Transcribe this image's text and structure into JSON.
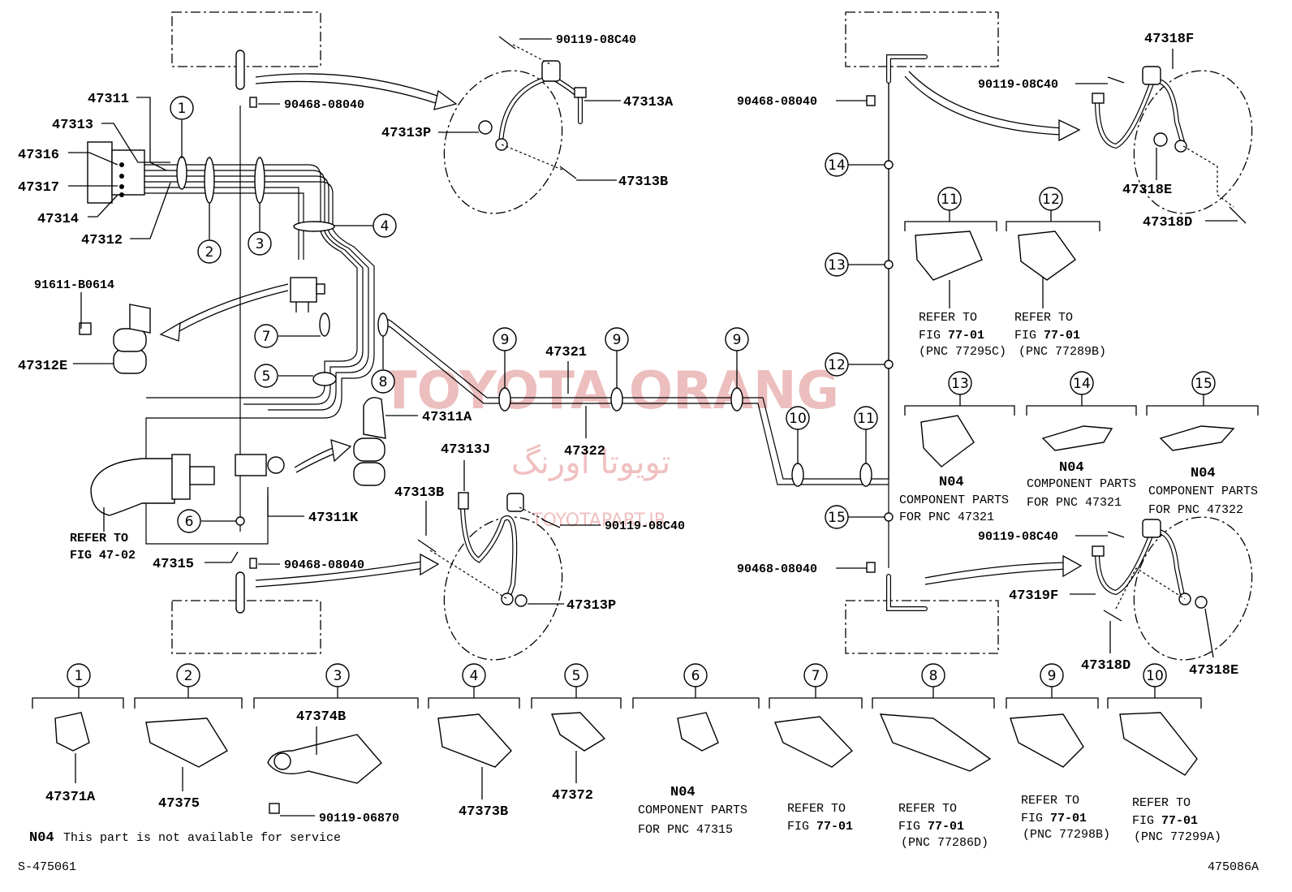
{
  "watermark": {
    "brand": "TOYOTA ORANG",
    "arabic": "تویوتا اورنگ",
    "site": "TOYOTAPART.IR"
  },
  "footer": {
    "left_code": "S-475061",
    "right_code": "475086A",
    "note_code": "N04",
    "note_text": "This part is not available for service"
  },
  "labels": {
    "p47311": "47311",
    "p47313": "47313",
    "p47316": "47316",
    "p47317": "47317",
    "p47314": "47314",
    "p47312": "47312",
    "p91611": "91611-B0614",
    "p47312E": "47312E",
    "p90468_a": "90468-08040",
    "p90119_a": "90119-08C40",
    "p47313A": "47313A",
    "p47313P_a": "47313P",
    "p47313B_a": "47313B",
    "p47311A": "47311A",
    "p47321": "47321",
    "p47322": "47322",
    "p47313J": "47313J",
    "p47313B_b": "47313B",
    "p90119_b": "90119-08C40",
    "p47313P_b": "47313P",
    "p47311K": "47311K",
    "p47315": "47315",
    "p90468_b": "90468-08040",
    "refer_fig47_1": "REFER TO",
    "refer_fig47_2": "FIG 47-02",
    "p90468_c": "90468-08040",
    "p90468_d": "90468-08040",
    "p47318F": "47318F",
    "p90119_c": "90119-08C40",
    "p47318E_a": "47318E",
    "p47318D_a": "47318D",
    "p90119_d": "90119-08C40",
    "p47319F": "47319F",
    "p47318D_b": "47318D",
    "p47318E_b": "47318E"
  },
  "callout_right": {
    "c11_1": "REFER TO",
    "c11_2": "FIG ",
    "c11_fig": "77-01",
    "c11_3": "(PNC 77295C)",
    "c12_1": "REFER TO",
    "c12_2": "FIG ",
    "c12_fig": "77-01",
    "c12_3": "(PNC 77289B)",
    "c13_1": "N04",
    "c13_2": "COMPONENT PARTS",
    "c13_3": "FOR PNC 47321",
    "c14_1": "N04",
    "c14_2": "COMPONENT PARTS",
    "c14_3": "FOR PNC 47321",
    "c15_1": "N04",
    "c15_2": "COMPONENT PARTS",
    "c15_3": "FOR PNC 47322"
  },
  "bottom_row": {
    "b1": "47371A",
    "b2": "47375",
    "b3a": "47374B",
    "b3b": "90119-06870",
    "b4": "47373B",
    "b5": "47372",
    "b6_1": "N04",
    "b6_2": "COMPONENT PARTS",
    "b6_3": "FOR PNC 47315",
    "b7_1": "REFER TO",
    "b7_2": "FIG ",
    "b7_fig": "77-01",
    "b8_1": "REFER TO",
    "b8_2": "FIG ",
    "b8_fig": "77-01",
    "b8_3": "(PNC 77286D)",
    "b9_1": "REFER TO",
    "b9_2": "FIG ",
    "b9_fig": "77-01",
    "b9_3": "(PNC 77298B)",
    "b10_1": "REFER TO",
    "b10_2": "FIG ",
    "b10_fig": "77-01",
    "b10_3": "(PNC 77299A)"
  },
  "markers": {
    "m1": "1",
    "m2": "2",
    "m3": "3",
    "m4": "4",
    "m5": "5",
    "m6": "6",
    "m7": "7",
    "m8": "8",
    "m9": "9",
    "m10": "10",
    "m11": "11",
    "m12": "12",
    "m13": "13",
    "m14": "14",
    "m15": "15"
  }
}
